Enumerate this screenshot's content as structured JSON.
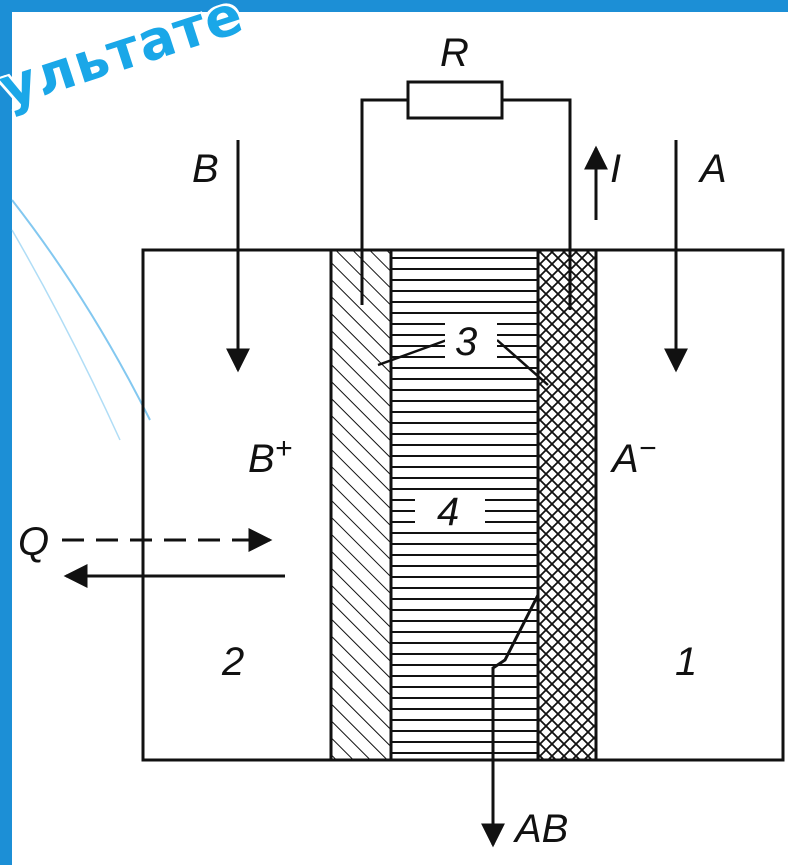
{
  "watermark_text": "ультате",
  "labels": {
    "resistor": "R",
    "input_b": "B",
    "input_a": "A",
    "current": "I",
    "ion_b": "B",
    "ion_b_sup": "+",
    "ion_a": "A",
    "ion_a_sup": "−",
    "electrode_marker": "3",
    "electrolyte_marker": "4",
    "heat": "Q",
    "left_chamber": "2",
    "right_chamber": "1",
    "product": "AB"
  },
  "colors": {
    "frame": "#1c8fd6",
    "ink": "#111111",
    "watermark": "#1aa7e8"
  }
}
